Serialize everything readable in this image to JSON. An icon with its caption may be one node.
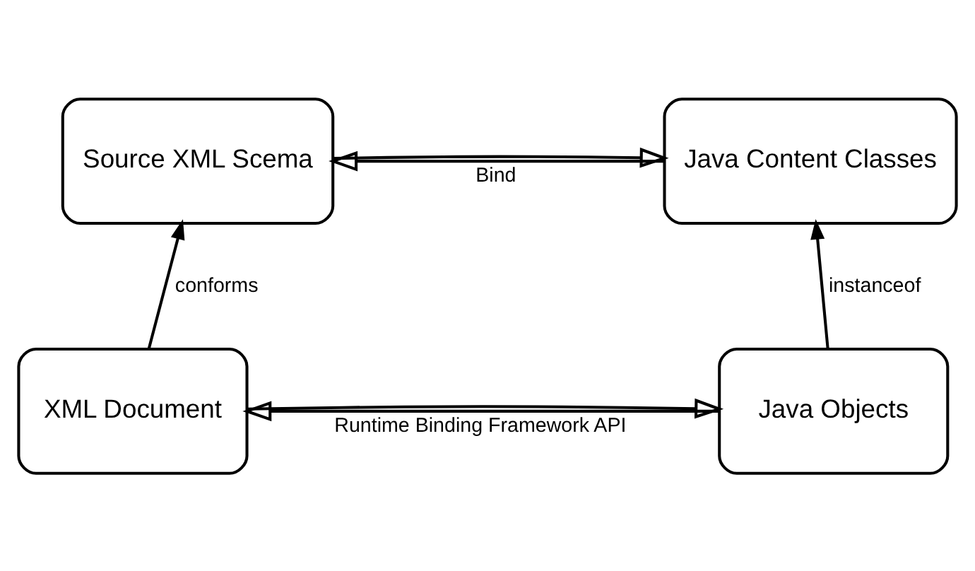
{
  "diagram": {
    "nodes": [
      {
        "text": [
          "Source XML Scema"
        ]
      },
      {
        "text": [
          "Java Content Classes"
        ]
      },
      {
        "text": [
          "XML Document"
        ]
      },
      {
        "text": [
          "Java Objects"
        ]
      }
    ],
    "edges": [
      {
        "from": 0,
        "to": 1,
        "arrow": "to"
      },
      {
        "from": 1,
        "to": 0,
        "arrow": "to",
        "label": "Bind"
      },
      {
        "from": 2,
        "to": 0,
        "arrow": "to",
        "label": "conforms"
      },
      {
        "from": 3,
        "to": 1,
        "arrow": "to",
        "label": "instanceof"
      },
      {
        "from": 2,
        "to": 3,
        "arrow": "to"
      },
      {
        "from": 3,
        "to": 2,
        "arrow": "to",
        "label": "Runtime Binding Framework API"
      }
    ]
  }
}
